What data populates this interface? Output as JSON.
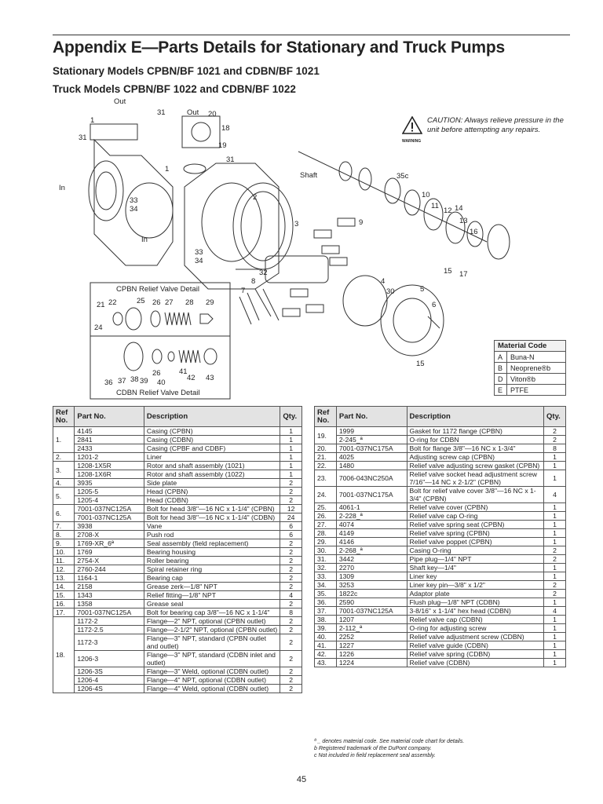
{
  "title": "Appendix E—Parts Details for Stationary and Truck Pumps",
  "subtitle1": "Stationary Models CPBN/BF 1021 and CDBN/BF 1021",
  "subtitle2": "Truck Models CPBN/BF 1022 and CDBN/BF 1022",
  "caution": {
    "text": "CAUTION: Always relieve pressure in the unit before attempting any repairs.",
    "icon_label": "WARNING"
  },
  "diagram_labels": {
    "out1": "Out",
    "out2": "Out",
    "in1": "In",
    "in2": "In",
    "shaft": "Shaft",
    "cpbn_detail": "CPBN Relief Valve Detail",
    "cdbn_detail": "CDBN Relief Valve Detail",
    "callouts": [
      "1",
      "31",
      "31",
      "33",
      "34",
      "1",
      "20",
      "18",
      "19",
      "31",
      "2",
      "33",
      "34",
      "3",
      "32",
      "8",
      "7",
      "4",
      "30",
      "5",
      "6",
      "15",
      "35c",
      "10",
      "9",
      "11",
      "12",
      "14",
      "13",
      "16",
      "15",
      "17",
      "21",
      "22",
      "25",
      "26",
      "27",
      "28",
      "29",
      "24",
      "36",
      "37",
      "38",
      "39",
      "40",
      "26",
      "41",
      "42",
      "43"
    ]
  },
  "material_code": {
    "header": "Material Code",
    "rows": [
      [
        "A",
        "Buna-N"
      ],
      [
        "B",
        "Neoprene®b"
      ],
      [
        "D",
        "Viton®b"
      ],
      [
        "E",
        "PTFE"
      ]
    ]
  },
  "table_headers": {
    "ref": "Ref No.",
    "part": "Part No.",
    "desc": "Description",
    "qty": "Qty."
  },
  "left_rows": [
    {
      "ref": "1.",
      "part": "4145",
      "desc": "Casing (CPBN)",
      "qty": "1",
      "span": 3
    },
    {
      "part": "2841",
      "desc": "Casing (CDBN)",
      "qty": "1"
    },
    {
      "part": "2433",
      "desc": "Casing (CPBF and CDBF)",
      "qty": "1"
    },
    {
      "ref": "2.",
      "part": "1201-2",
      "desc": "Liner",
      "qty": "1",
      "span": 1
    },
    {
      "ref": "3.",
      "part": "1208-1X5R",
      "desc": "Rotor and shaft assembly (1021)",
      "qty": "1",
      "span": 2
    },
    {
      "part": "1208-1X6R",
      "desc": "Rotor and shaft assembly (1022)",
      "qty": "1"
    },
    {
      "ref": "4.",
      "part": "3935",
      "desc": "Side plate",
      "qty": "2",
      "span": 1
    },
    {
      "ref": "5.",
      "part": "1205-5",
      "desc": "Head (CPBN)",
      "qty": "2",
      "span": 2
    },
    {
      "part": "1205-4",
      "desc": "Head (CDBN)",
      "qty": "2"
    },
    {
      "ref": "6.",
      "part": "7001-037NC125A",
      "desc": "Bolt for head 3/8\"—16 NC x 1-1/4\" (CPBN)",
      "qty": "12",
      "span": 2
    },
    {
      "part": "7001-037NC125A",
      "desc": "Bolt for head 3/8\"—16 NC x 1-1/4\" (CDBN)",
      "qty": "24"
    },
    {
      "ref": "7.",
      "part": "3938",
      "desc": "Vane",
      "qty": "6",
      "span": 1
    },
    {
      "ref": "8.",
      "part": "2708-X",
      "desc": "Push rod",
      "qty": "6",
      "span": 1
    },
    {
      "ref": "9.",
      "part": "1769-XR_6ª",
      "desc": "Seal assembly (field replacement)",
      "qty": "2",
      "span": 1
    },
    {
      "ref": "10.",
      "part": "1769",
      "desc": "Bearing housing",
      "qty": "2",
      "span": 1
    },
    {
      "ref": "11.",
      "part": "2754-X",
      "desc": "Roller bearing",
      "qty": "2",
      "span": 1
    },
    {
      "ref": "12.",
      "part": "2760-244",
      "desc": "Spiral retainer ring",
      "qty": "2",
      "span": 1
    },
    {
      "ref": "13.",
      "part": "1164-1",
      "desc": "Bearing cap",
      "qty": "2",
      "span": 1
    },
    {
      "ref": "14.",
      "part": "2158",
      "desc": "Grease zerk—1/8\" NPT",
      "qty": "2",
      "span": 1
    },
    {
      "ref": "15.",
      "part": "1343",
      "desc": "Relief fitting—1/8\" NPT",
      "qty": "4",
      "span": 1
    },
    {
      "ref": "16.",
      "part": "1358",
      "desc": "Grease seal",
      "qty": "2",
      "span": 1
    },
    {
      "ref": "17.",
      "part": "7001-037NC125A",
      "desc": "Bolt for bearing cap 3/8\"—16 NC x 1-1/4\"",
      "qty": "8",
      "span": 1
    },
    {
      "ref": "18.",
      "part": "1172-2",
      "desc": "Flange—2\" NPT, optional (CPBN outlet)",
      "qty": "2",
      "span": 9
    },
    {
      "part": "1172-2.5",
      "desc": "Flange—2-1/2\" NPT, optional (CPBN outlet)",
      "qty": "2"
    },
    {
      "part": "1172-3",
      "desc": "Flange—3\" NPT, standard (CPBN outlet and outlet)",
      "qty": "2",
      "tall": true
    },
    {
      "part": "1206-3",
      "desc": "Flange—3\" NPT, standard (CDBN inlet and outlet)",
      "qty": "2",
      "tall": true
    },
    {
      "part": "1206-3S",
      "desc": "Flange—3\" Weld, optional (CDBN outlet)",
      "qty": "2"
    },
    {
      "part": "1206-4",
      "desc": "Flange—4\" NPT, optional (CDBN outlet)",
      "qty": "2"
    },
    {
      "part": "1206-4S",
      "desc": "Flange—4\" Weld, optional (CDBN outlet)",
      "qty": "2"
    }
  ],
  "right_rows": [
    {
      "ref": "19.",
      "part": "1999",
      "desc": "Gasket for 1172 flange (CPBN)",
      "qty": "2",
      "span": 2
    },
    {
      "part": "2-245_ª",
      "desc": "O-ring for CDBN",
      "qty": "2"
    },
    {
      "ref": "20.",
      "part": "7001-037NC175A",
      "desc": "Bolt for flange 3/8\"—16 NC x 1-3/4\"",
      "qty": "8",
      "span": 1
    },
    {
      "ref": "21.",
      "part": "4025",
      "desc": "Adjusting screw cap (CPBN)",
      "qty": "1",
      "span": 1
    },
    {
      "ref": "22.",
      "part": "1480",
      "desc": "Relief valve adjusting screw gasket (CPBN)",
      "qty": "1",
      "span": 1,
      "tall": true
    },
    {
      "ref": "23.",
      "part": "7006-043NC250A",
      "desc": "Relief valve socket head adjustment screw 7/16\"—14 NC x 2-1/2\" (CPBN)",
      "qty": "1",
      "span": 1,
      "tall": true
    },
    {
      "ref": "24.",
      "part": "7001-037NC175A",
      "desc": "Bolt for relief valve cover 3/8\"—16 NC x 1-3/4\" (CPBN)",
      "qty": "4",
      "span": 1,
      "tall": true
    },
    {
      "ref": "25.",
      "part": "4061-1",
      "desc": "Relief valve cover (CPBN)",
      "qty": "1",
      "span": 1
    },
    {
      "ref": "26.",
      "part": "2-228_ª",
      "desc": "Relief valve cap O-ring",
      "qty": "1",
      "span": 1
    },
    {
      "ref": "27.",
      "part": "4074",
      "desc": "Relief valve spring seat (CPBN)",
      "qty": "1",
      "span": 1
    },
    {
      "ref": "28.",
      "part": "4149",
      "desc": "Relief valve spring (CPBN)",
      "qty": "1",
      "span": 1
    },
    {
      "ref": "29.",
      "part": "4146",
      "desc": "Relief valve poppet (CPBN)",
      "qty": "1",
      "span": 1
    },
    {
      "ref": "30.",
      "part": "2-268_ª",
      "desc": "Casing O-ring",
      "qty": "2",
      "span": 1
    },
    {
      "ref": "31.",
      "part": "3442",
      "desc": "Pipe plug—1/4\" NPT",
      "qty": "2",
      "span": 1
    },
    {
      "ref": "32.",
      "part": "2270",
      "desc": "Shaft key—1/4\"",
      "qty": "1",
      "span": 1
    },
    {
      "ref": "33.",
      "part": "1309",
      "desc": "Liner key",
      "qty": "1",
      "span": 1
    },
    {
      "ref": "34.",
      "part": "3253",
      "desc": "Liner key pin—3/8\" x 1/2\"",
      "qty": "2",
      "span": 1
    },
    {
      "ref": "35.",
      "part": "1822c",
      "desc": "Adaptor plate",
      "qty": "2",
      "span": 1
    },
    {
      "ref": "36.",
      "part": "2590",
      "desc": "Flush plug—1/8\" NPT (CDBN)",
      "qty": "1",
      "span": 1
    },
    {
      "ref": "37.",
      "part": "7001-037NC125A",
      "desc": "3-8/16\" x 1-1/4\" hex head (CDBN)",
      "qty": "4",
      "span": 1
    },
    {
      "ref": "38.",
      "part": "1207",
      "desc": "Relief valve cap (CDBN)",
      "qty": "1",
      "span": 1
    },
    {
      "ref": "39.",
      "part": "2-112_ª",
      "desc": "O-ring for adjusting screw",
      "qty": "1",
      "span": 1
    },
    {
      "ref": "40.",
      "part": "2252",
      "desc": "Relief valve adjustment screw (CDBN)",
      "qty": "1",
      "span": 1
    },
    {
      "ref": "41.",
      "part": "1227",
      "desc": "Relief valve guide (CDBN)",
      "qty": "1",
      "span": 1
    },
    {
      "ref": "42.",
      "part": "1226",
      "desc": "Relief valve spring (CDBN)",
      "qty": "1",
      "span": 1
    },
    {
      "ref": "43.",
      "part": "1224",
      "desc": "Relief valve (CDBN)",
      "qty": "1",
      "span": 1
    }
  ],
  "notes": [
    "ª _ denotes material code. See material code chart for details.",
    "b Registered trademark of the DuPont company.",
    "c Not included in field replacement seal assembly."
  ],
  "page_number": "45"
}
